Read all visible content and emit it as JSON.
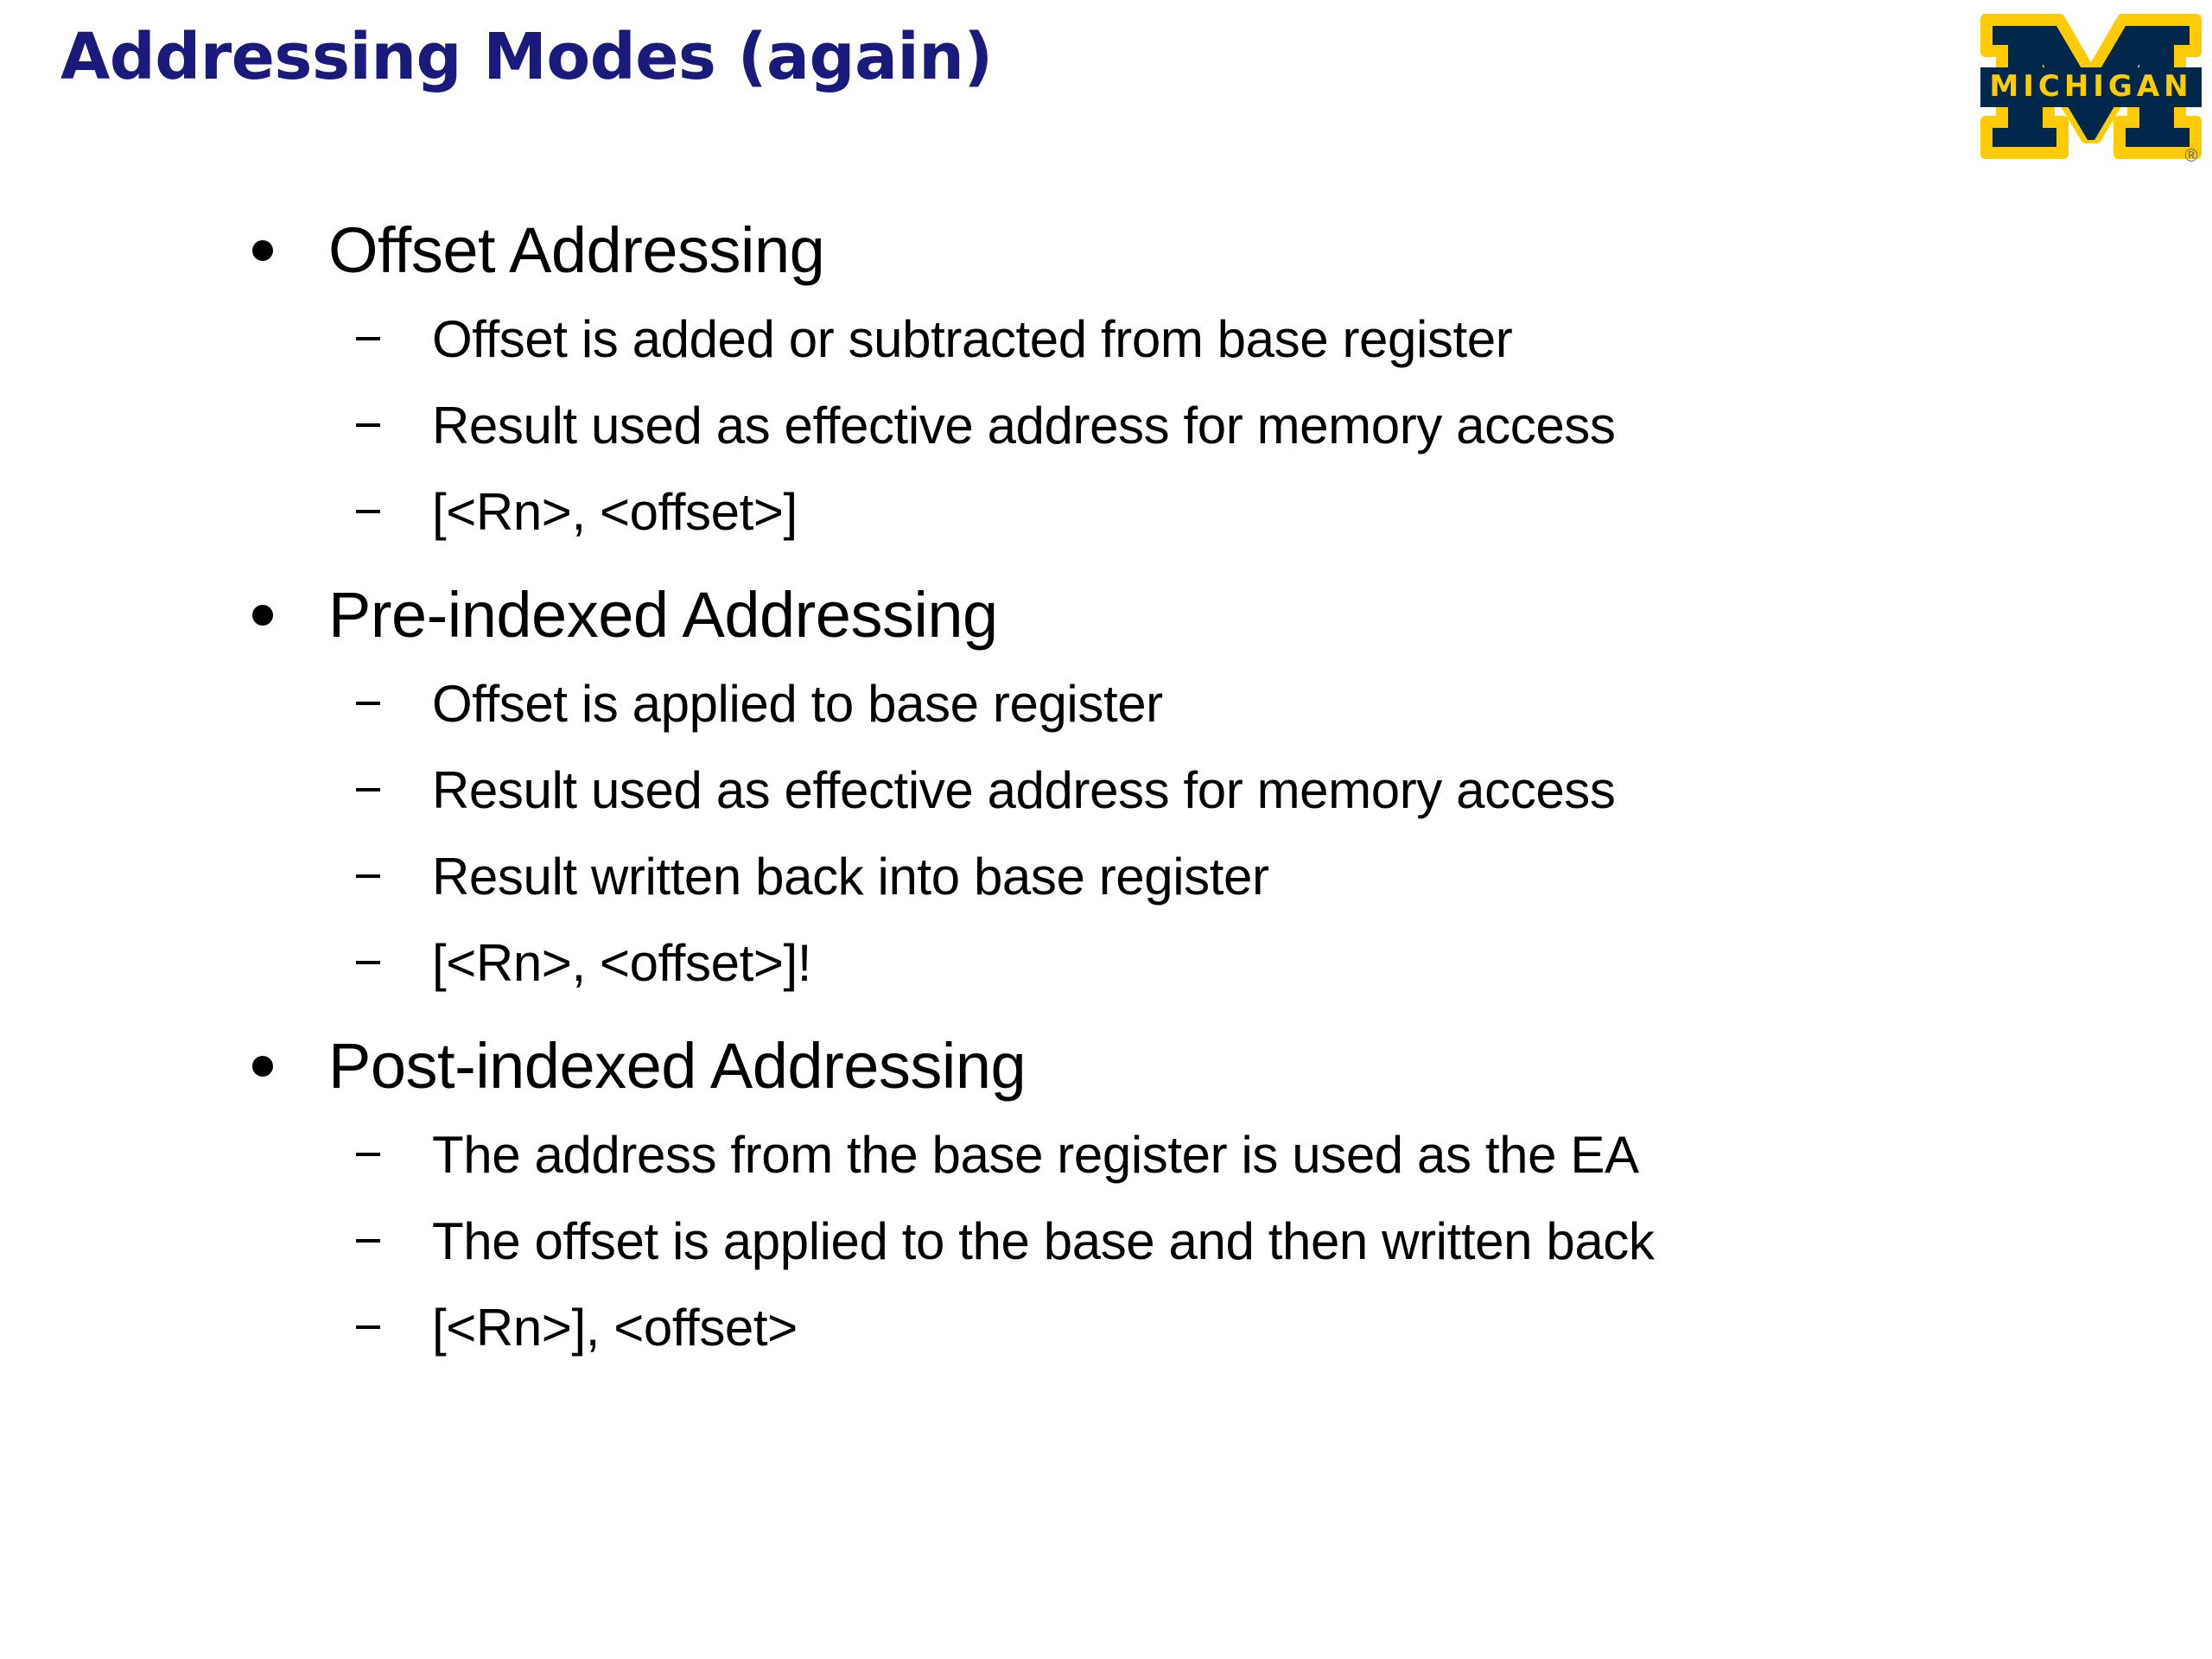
{
  "slide": {
    "title": "Addressing Modes (again)",
    "title_color": "#1a1a7c",
    "background_color": "#ffffff",
    "body_text_color": "#000000"
  },
  "logo": {
    "name": "university-of-michigan-block-m-logo",
    "wordmark": "MICHIGAN",
    "registered_mark": "®",
    "navy": "#00274c",
    "maize": "#ffcb05"
  },
  "bullets": [
    {
      "label": "Offset Addressing",
      "sub": [
        "Offset is added or subtracted from base register",
        "Result used as effective address for memory access",
        "[<Rn>, <offset>]"
      ]
    },
    {
      "label": "Pre-indexed Addressing",
      "sub": [
        "Offset is applied to base register",
        "Result used as effective address for memory access",
        "Result written back into base register",
        "[<Rn>, <offset>]!"
      ]
    },
    {
      "label": "Post-indexed Addressing",
      "sub": [
        "The address from the base register is used as the EA",
        "The offset is applied to the base and then written back",
        "[<Rn>], <offset>"
      ]
    }
  ]
}
